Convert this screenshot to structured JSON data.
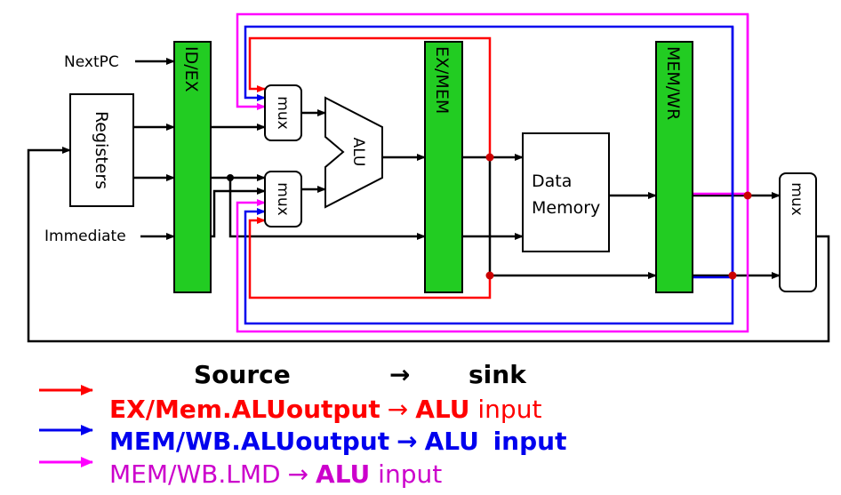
{
  "labels": {
    "next_pc": "NextPC",
    "immediate": "Immediate",
    "registers": "Registers",
    "id_ex": "ID/EX",
    "ex_mem": "EX/MEM",
    "mem_wr": "MEM/WR",
    "mux": "mux",
    "alu": "ALU",
    "data_memory_line1": "Data",
    "data_memory_line2": "Memory"
  },
  "legend": {
    "header_source": "Source",
    "header_arrow": "→",
    "header_sink": "sink",
    "rows": [
      {
        "color": "#ff0000",
        "source": "EX/Mem.ALUoutput",
        "arrow": "→",
        "sink_bold": "ALU",
        "sink_rest": " input"
      },
      {
        "color": "#0000ee",
        "source": "MEM/WB.ALUoutput",
        "arrow": "→",
        "sink_bold": "ALU",
        "sink_rest": " input"
      },
      {
        "color": "#cc00cc",
        "source": "MEM/WB.LMD",
        "arrow": "→",
        "sink_bold": "ALU",
        "sink_rest": " input"
      }
    ]
  },
  "colors": {
    "red": "#ff0000",
    "blue": "#0000ee",
    "magenta": "#ff00ff",
    "legend_magenta": "#cc00cc",
    "pipeline_register": "#22cc22"
  }
}
